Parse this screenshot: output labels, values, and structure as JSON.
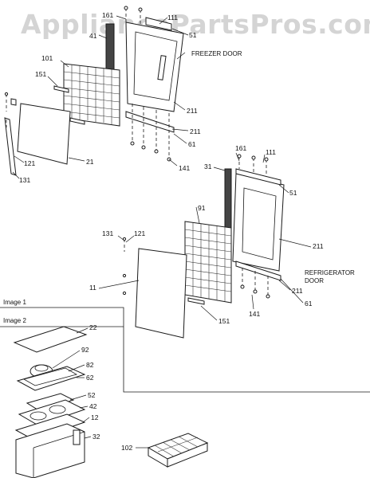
{
  "watermark": "AppliancePartsPros.com",
  "captions": {
    "freezer_door": "FREEZER DOOR",
    "refrigerator_door_line1": "REFRIGERATOR",
    "refrigerator_door_line2": "DOOR",
    "image1": "Image 1",
    "image2": "Image 2"
  },
  "callouts": {
    "freezer": {
      "c161": "161",
      "c111": "111",
      "c41": "41",
      "c51": "51",
      "c101": "101",
      "c151": "151",
      "c211a": "211",
      "c211b": "211",
      "c61": "61",
      "c141": "141",
      "c121": "121",
      "c21": "21",
      "c131": "131"
    },
    "refrigerator": {
      "c161": "161",
      "c111": "111",
      "c31": "31",
      "c51": "51",
      "c91": "91",
      "c131": "131",
      "c121": "121",
      "c211a": "211",
      "c11": "11",
      "c211b": "211",
      "c141": "141",
      "c61": "61",
      "c151": "151"
    },
    "ice_maker": {
      "c22": "22",
      "c92": "92",
      "c82": "82",
      "c62": "62",
      "c52": "52",
      "c42": "42",
      "c12": "12",
      "c32": "32",
      "c102": "102"
    }
  }
}
